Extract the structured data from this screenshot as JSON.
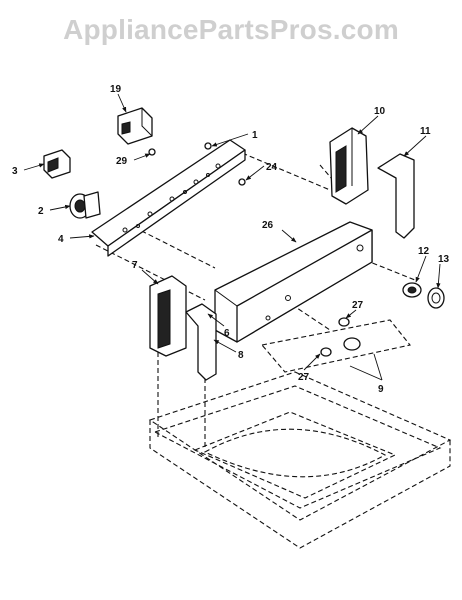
{
  "watermark": "AppliancePartsPros.com",
  "callouts": {
    "c1": "1",
    "c2": "2",
    "c3": "3",
    "c4": "4",
    "c6": "6",
    "c7": "7",
    "c8": "8",
    "c9": "9",
    "c10": "10",
    "c11": "11",
    "c12": "12",
    "c13": "13",
    "c19": "19",
    "c24": "24",
    "c26": "26",
    "c27a": "27",
    "c27b": "27",
    "c29": "29"
  }
}
